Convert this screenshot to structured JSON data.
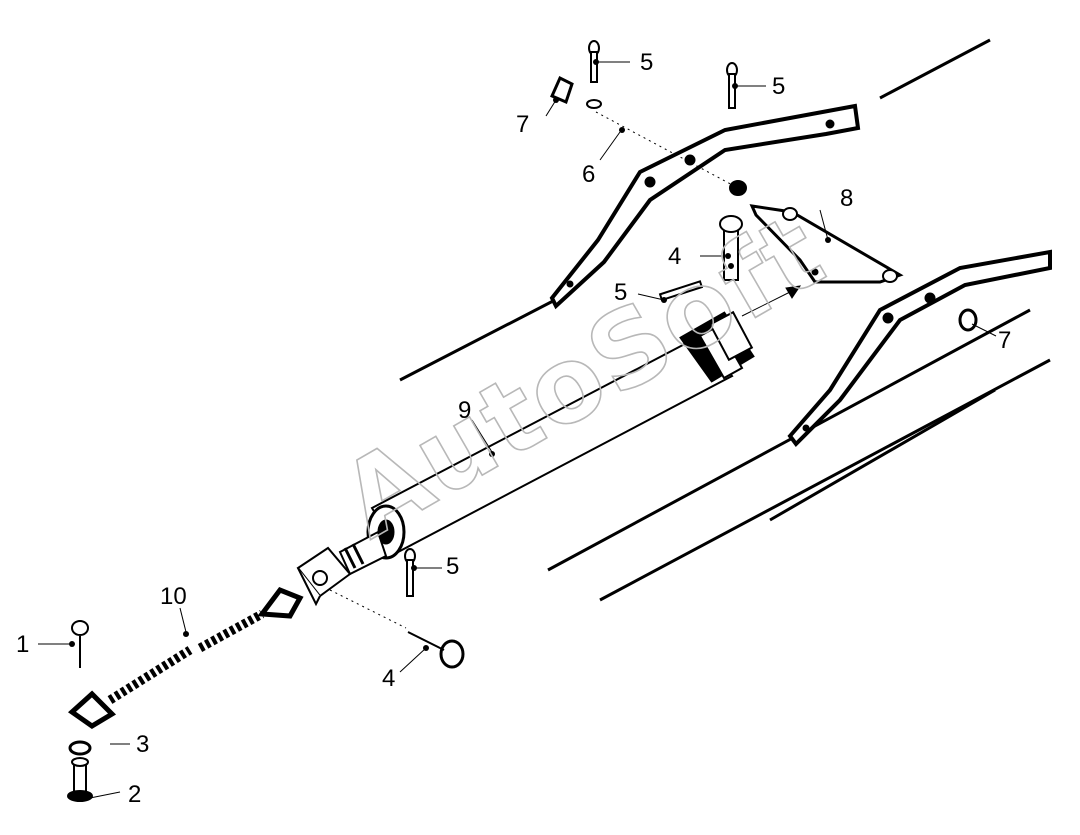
{
  "watermark": "AutoSoft",
  "callouts": {
    "c1": "1",
    "c2": "2",
    "c3": "3",
    "c4a": "4",
    "c4b": "4",
    "c5a": "5",
    "c5b": "5",
    "c5c": "5",
    "c5d": "5",
    "c6": "6",
    "c7a": "7",
    "c7b": "7",
    "c8": "8",
    "c9": "9",
    "c10": "10"
  },
  "colors": {
    "line": "#000000",
    "watermark": "#b8b8b8",
    "background": "#ffffff"
  }
}
